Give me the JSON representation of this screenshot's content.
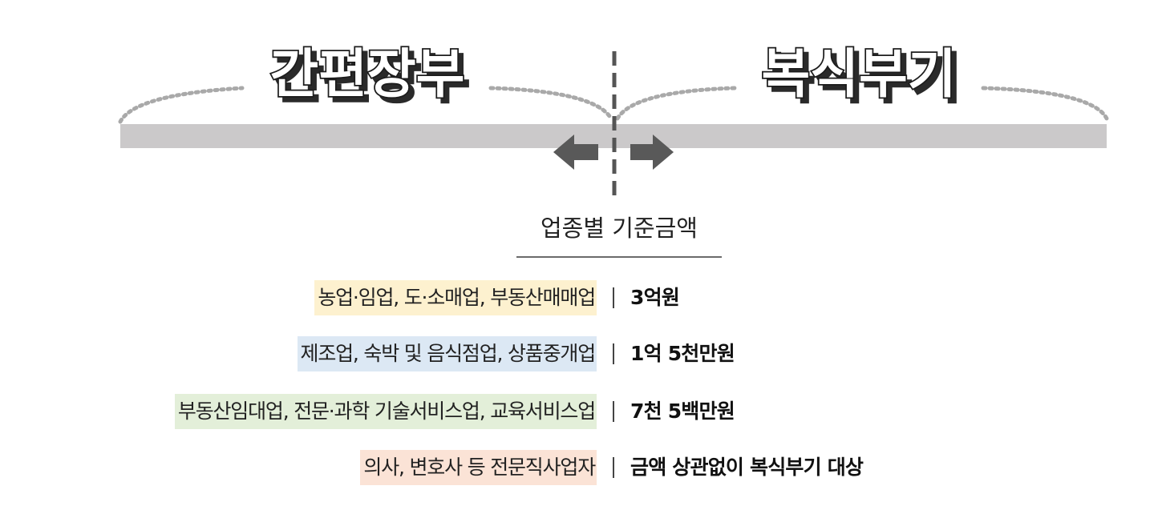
{
  "titles": {
    "left": "간편장부",
    "right": "복식부기"
  },
  "criteria": {
    "heading": "업종별 기준금액",
    "rows": [
      {
        "industry": "농업·임업, 도·소매업, 부동산매매업",
        "threshold": "3억원",
        "highlight": "#fdf1cf"
      },
      {
        "industry": "제조업, 숙박 및 음식점업, 상품중개업",
        "threshold": "1억 5천만원",
        "highlight": "#dce8f4"
      },
      {
        "industry": "부동산임대업, 전문·과학 기술서비스업, 교육서비스업",
        "threshold": "7천 5백만원",
        "highlight": "#e3efd9"
      },
      {
        "industry": "의사, 변호사 등 전문직사업자",
        "threshold": "금액 상관없이 복식부기 대상",
        "highlight": "#fbe3d6"
      }
    ]
  },
  "colors": {
    "bar": "#cbc9ca",
    "divider": "#555555",
    "arrow": "#595959",
    "dotted_arc": "#a9a9a9"
  },
  "icons": {
    "left_arrow": "arrow-left-icon",
    "right_arrow": "arrow-right-icon"
  }
}
